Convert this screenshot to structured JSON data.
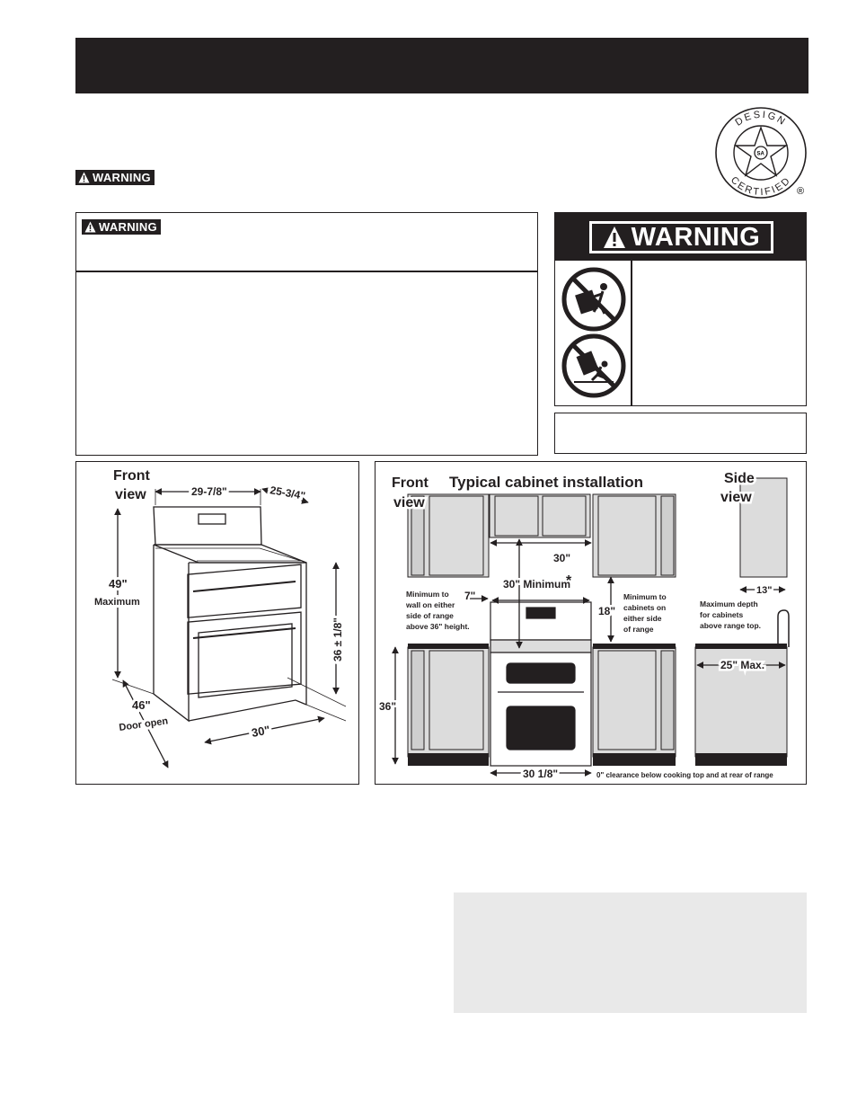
{
  "warnings": {
    "inline_label": "WARNING",
    "box_label": "WARNING",
    "tipover_label": "WARNING"
  },
  "certification": {
    "top_text": "DESIGN",
    "bottom_text": "CERTIFIED",
    "mark": "®"
  },
  "icons": [
    "warning-triangle-icon",
    "no-child-on-door-icon",
    "no-tip-over-icon",
    "design-certified-seal"
  ],
  "diagram_left": {
    "title_line1": "Front",
    "title_line2": "view",
    "width": "29-7/8\"",
    "depth": "25-3/4\"",
    "height": "49\"",
    "height_note": "Maximum",
    "cooktop_height": "36 ± 1/8\"",
    "door_open_depth": "46\"",
    "door_open_label": "Door open",
    "base_width": "30\""
  },
  "diagram_right": {
    "front_title_line1": "Front",
    "front_title_line2": "view",
    "heading": "Typical cabinet installation",
    "side_title_line1": "Side",
    "side_title_line2": "view",
    "upper_cabinet_width": "30\"",
    "min_width": "30\" Minimum",
    "asterisk": "*",
    "side_gap": "7\"",
    "wall_note": [
      "Minimum to",
      "wall on either",
      "side of range",
      "above 36\" height."
    ],
    "upper_clearance": "18\"",
    "cabinet_note": [
      "Minimum to",
      "cabinets on",
      "either side",
      "of range"
    ],
    "counter_height": "36\"",
    "range_width": "30 1/8\"",
    "clearance_note": "0\" clearance below cooking top and at rear of range",
    "side_depth": "13\"",
    "depth_note": [
      "Maximum depth",
      "for cabinets",
      "above range top."
    ],
    "max_depth": "25\" Max."
  }
}
